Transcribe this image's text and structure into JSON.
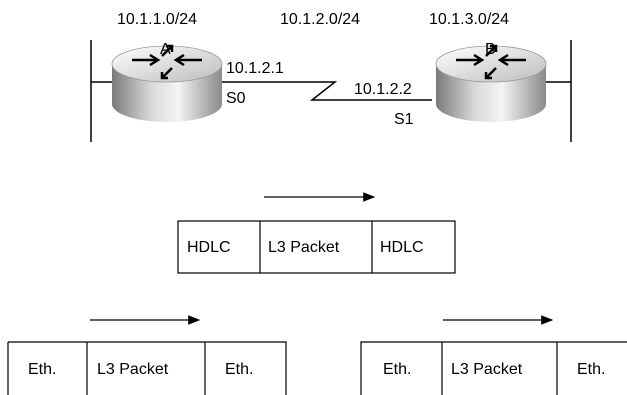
{
  "networks": {
    "left": "10.1.1.0/24",
    "middle": "10.1.2.0/24",
    "right": "10.1.3.0/24"
  },
  "routers": {
    "a": {
      "name": "A",
      "ip": "10.1.2.1",
      "interface": "S0"
    },
    "b": {
      "name": "B",
      "ip": "10.1.2.2",
      "interface": "S1"
    }
  },
  "frames": {
    "serial": [
      "HDLC",
      "L3 Packet",
      "HDLC"
    ],
    "ethernet_left": [
      "Eth.",
      "L3 Packet",
      "Eth."
    ],
    "ethernet_right": [
      "Eth.",
      "L3 Packet",
      "Eth."
    ]
  },
  "colors": {
    "router_light": "#f2f2f2",
    "router_dark": "#7a7a7a",
    "line": "#000000"
  }
}
